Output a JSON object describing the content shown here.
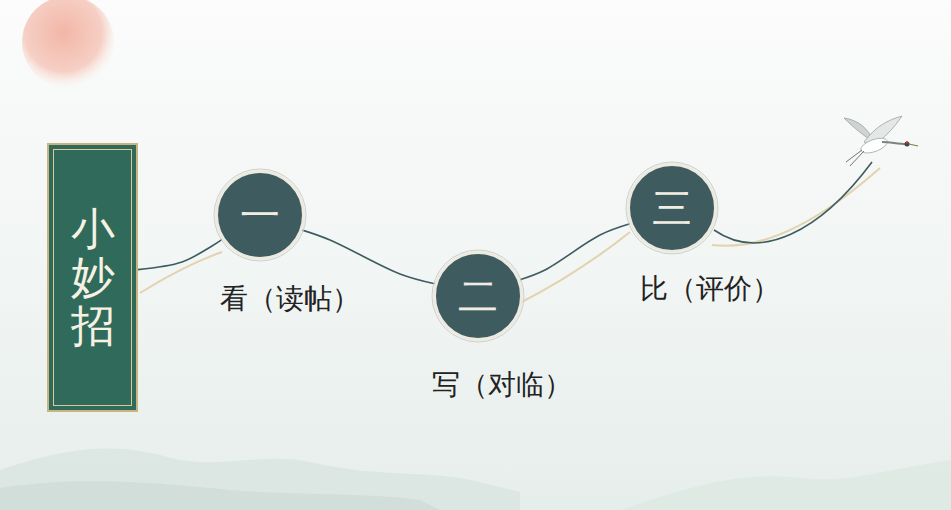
{
  "diagram": {
    "nodes": [
      {
        "text": [
          "小妙招"
        ]
      },
      {
        "text": [
          "一",
          "看（读帖）"
        ]
      },
      {
        "text": [
          "二",
          "写（对临）"
        ]
      },
      {
        "text": [
          "三",
          "比（评价）"
        ]
      }
    ],
    "edges": [
      {
        "from": 0,
        "to": 1,
        "arrow": "none"
      },
      {
        "from": 1,
        "to": 2,
        "arrow": "none"
      },
      {
        "from": 2,
        "to": 3,
        "arrow": "none"
      }
    ]
  }
}
